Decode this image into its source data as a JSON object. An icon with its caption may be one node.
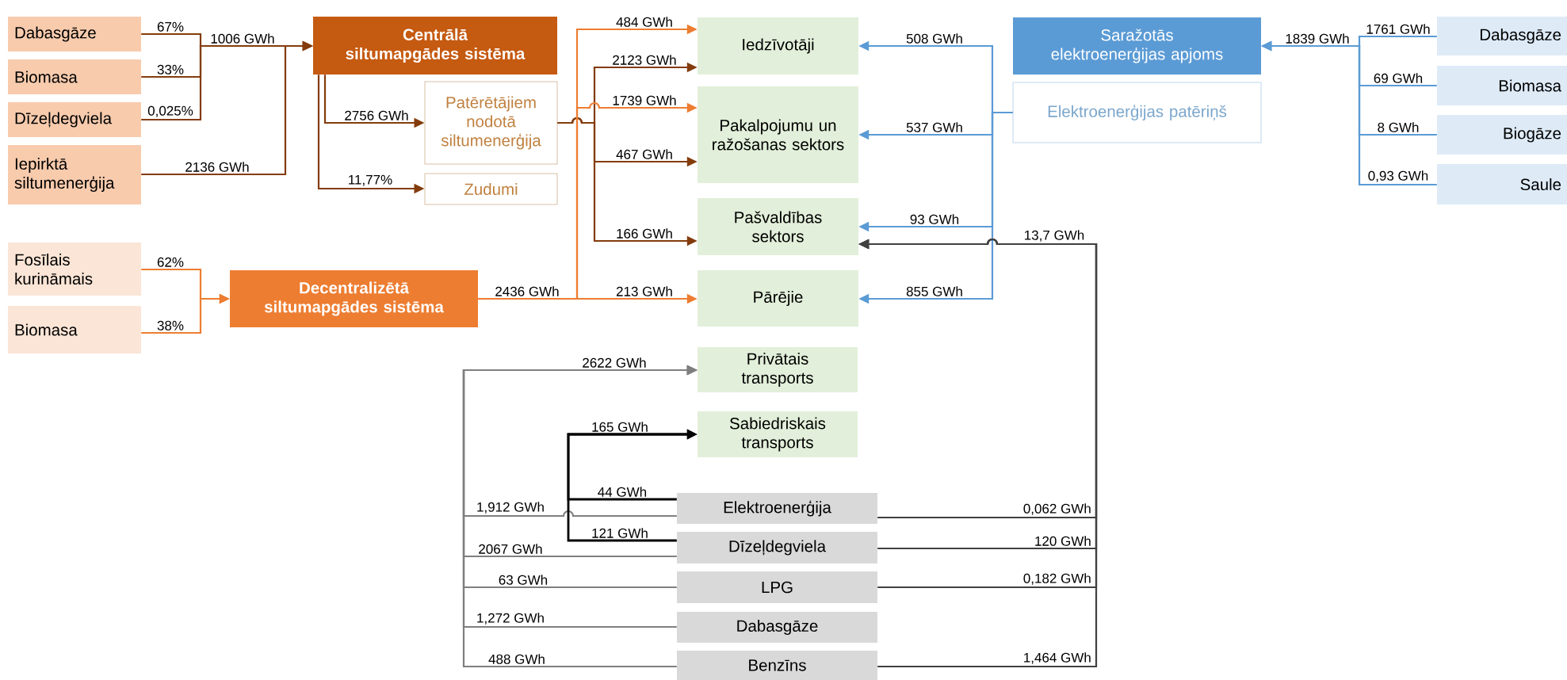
{
  "diagram": {
    "nodes": [
      {
        "text": [
          "Dabasgāze"
        ]
      },
      {
        "text": [
          "Biomasa"
        ]
      },
      {
        "text": [
          "Dīzeļdegviela"
        ]
      },
      {
        "text": [
          "Iepirktā siltumenerģija"
        ]
      },
      {
        "text": [
          "Centrālā siltumapgādes sistēma"
        ]
      },
      {
        "text": [
          "Patērētājiem nodotā siltumenerģija"
        ]
      },
      {
        "text": [
          "Zudumi"
        ]
      },
      {
        "text": [
          "Fosīlais kurināmais"
        ]
      },
      {
        "text": [
          "Biomasa"
        ]
      },
      {
        "text": [
          "Decentralizētā siltumapgādes sistēma"
        ]
      },
      {
        "text": [
          "Iedzīvotāji"
        ]
      },
      {
        "text": [
          "Pakalpojumu un ražošanas sektors"
        ]
      },
      {
        "text": [
          "Pašvaldības sektors"
        ]
      },
      {
        "text": [
          "Pārējie"
        ]
      },
      {
        "text": [
          "Privātais transports"
        ]
      },
      {
        "text": [
          "Sabiedriskais transports"
        ]
      },
      {
        "text": [
          "Elektroenerģija"
        ]
      },
      {
        "text": [
          "Dīzeļdegviela"
        ]
      },
      {
        "text": [
          "LPG"
        ]
      },
      {
        "text": [
          "Dabasgāze"
        ]
      },
      {
        "text": [
          "Benzīns"
        ]
      },
      {
        "text": [
          "Saražotās elektroenerģijas apjoms"
        ]
      },
      {
        "text": [
          "Elektroenerģijas patēriņš"
        ]
      },
      {
        "text": [
          "Dabasgāze"
        ]
      },
      {
        "text": [
          "Biomasa"
        ]
      },
      {
        "text": [
          "Biogāze"
        ]
      },
      {
        "text": [
          "Saule"
        ]
      }
    ],
    "edges": [
      {
        "from": 0,
        "to": 4,
        "arrow": "to",
        "label": "67%",
        "color": "#843c0c"
      },
      {
        "from": 1,
        "to": 4,
        "arrow": "to",
        "label": "33%",
        "color": "#843c0c"
      },
      {
        "from": 2,
        "to": 4,
        "arrow": "to",
        "label": "0,025%",
        "color": "#843c0c"
      },
      {
        "from": 3,
        "to": 4,
        "arrow": "to",
        "label": "2136 GWh",
        "color": "#843c0c"
      },
      {
        "from": 4,
        "to": 5,
        "arrow": "to",
        "label": "2756 GWh",
        "color": "#843c0c"
      },
      {
        "from": 4,
        "to": 6,
        "arrow": "to",
        "label": "11,77%",
        "color": "#843c0c"
      },
      {
        "from": 5,
        "to": 10,
        "arrow": "to",
        "label": "2123 GWh",
        "color": "#843c0c"
      },
      {
        "from": 5,
        "to": 11,
        "arrow": "to",
        "label": "467 GWh",
        "color": "#843c0c"
      },
      {
        "from": 5,
        "to": 12,
        "arrow": "to",
        "label": "166 GWh",
        "color": "#843c0c"
      },
      {
        "from": 7,
        "to": 9,
        "arrow": "to",
        "label": "62%",
        "color": "#ed7d31"
      },
      {
        "from": 8,
        "to": 9,
        "arrow": "to",
        "label": "38%",
        "color": "#ed7d31"
      },
      {
        "from": 9,
        "to": 10,
        "arrow": "to",
        "label": "484 GWh",
        "color": "#ed7d31"
      },
      {
        "from": 9,
        "to": 11,
        "arrow": "to",
        "label": "1739 GWh",
        "color": "#ed7d31"
      },
      {
        "from": 9,
        "to": 13,
        "arrow": "to",
        "label": "213 GWh",
        "color": "#ed7d31"
      },
      {
        "from": 23,
        "to": 21,
        "arrow": "to",
        "label": "1761 GWh",
        "color": "#5b9bd5"
      },
      {
        "from": 24,
        "to": 21,
        "arrow": "to",
        "label": "69 GWh",
        "color": "#5b9bd5"
      },
      {
        "from": 25,
        "to": 21,
        "arrow": "to",
        "label": "8 GWh",
        "color": "#5b9bd5"
      },
      {
        "from": 26,
        "to": 21,
        "arrow": "to",
        "label": "0,93 GWh",
        "color": "#5b9bd5"
      },
      {
        "from": 22,
        "to": 10,
        "arrow": "to",
        "label": "508 GWh",
        "color": "#5b9bd5"
      },
      {
        "from": 22,
        "to": 11,
        "arrow": "to",
        "label": "537 GWh",
        "color": "#5b9bd5"
      },
      {
        "from": 22,
        "to": 12,
        "arrow": "to",
        "label": "93 GWh",
        "color": "#5b9bd5"
      },
      {
        "from": 22,
        "to": 13,
        "arrow": "to",
        "label": "855 GWh",
        "color": "#5b9bd5"
      },
      {
        "from": 16,
        "to": 14,
        "arrow": "to",
        "label": "1,912 GWh",
        "color": "#7f7f7f"
      },
      {
        "from": 17,
        "to": 14,
        "arrow": "to",
        "label": "2067 GWh",
        "color": "#7f7f7f"
      },
      {
        "from": 18,
        "to": 14,
        "arrow": "to",
        "label": "63 GWh",
        "color": "#7f7f7f"
      },
      {
        "from": 19,
        "to": 14,
        "arrow": "to",
        "label": "1,272 GWh",
        "color": "#7f7f7f"
      },
      {
        "from": 20,
        "to": 14,
        "arrow": "to",
        "label": "488 GWh",
        "color": "#7f7f7f"
      },
      {
        "from": 16,
        "to": 15,
        "arrow": "to",
        "label": "44 GWh",
        "color": "#000000"
      },
      {
        "from": 17,
        "to": 15,
        "arrow": "to",
        "label": "121 GWh",
        "color": "#000000"
      },
      {
        "from": 16,
        "to": 12,
        "arrow": "to",
        "label": "0,062 GWh",
        "color": "#404040"
      },
      {
        "from": 17,
        "to": 12,
        "arrow": "to",
        "label": "120 GWh",
        "color": "#404040"
      },
      {
        "from": 18,
        "to": 12,
        "arrow": "to",
        "label": "0,182 GWh",
        "color": "#404040"
      },
      {
        "from": 20,
        "to": 12,
        "arrow": "to",
        "label": "1,464 GWh",
        "color": "#404040"
      }
    ],
    "labels": [
      "1006 GWh",
      "2436 GWh",
      "1839 GWh",
      "13,7 GWh",
      "2622 GWh",
      "165 GWh"
    ]
  }
}
